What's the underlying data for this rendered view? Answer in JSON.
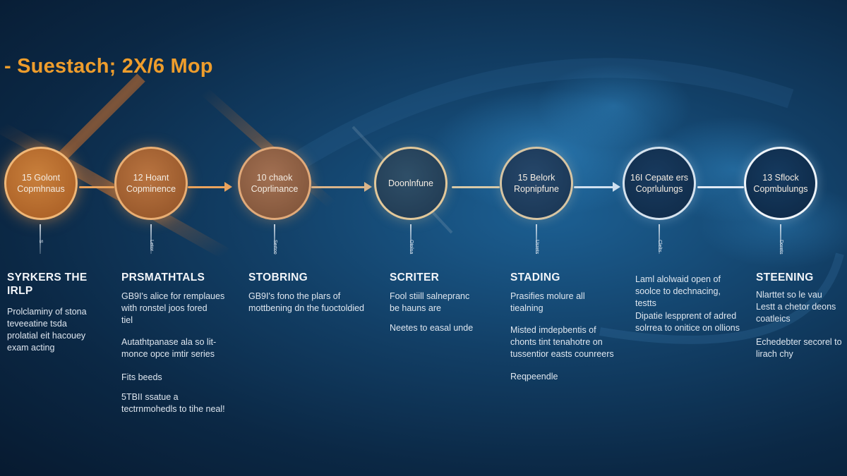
{
  "title": "- Suestach; 2X/6 Mop",
  "colors": {
    "title": "#ee9d2c",
    "warm_node": "#b86a2c",
    "cool_node": "#13395c",
    "connector_warm": "#e9a35d",
    "connector_cool": "#cfe0f0"
  },
  "stages": [
    {
      "node_label": "15 Golont\nCopmhnaus",
      "tick_label": "S",
      "heading": "SYRKERS THE\nIRLP",
      "texts": [
        "Prolclaminy of stona\nteveeatine tsda\nprolatial eit hacouey\nexam acting"
      ]
    },
    {
      "node_label": "12 Hoant\nCopminence",
      "tick_label": "Letor",
      "heading": "PRSMATHTALS",
      "texts": [
        "GB9I's alice for remplaues\nwith ronstel joos fored\ntiel",
        "Autathtpanase ala so lit-\nmonce opce imtir series",
        "Fits beeds",
        "5TBII ssatue a\ntectrnmohedls to tihe neal!"
      ]
    },
    {
      "node_label": "10 chaok\nCoprlinance",
      "tick_label": "Sertoo",
      "heading": "STOBRING",
      "texts": [
        "GB9I's fono the plars of\nmottbening dn the fuoctoldied"
      ]
    },
    {
      "node_label": "Doonlnfune",
      "tick_label": "Otolsa",
      "heading": "SCRITER",
      "texts": [
        "Fool stiill salnepranc\nbe hauns are",
        "Neetes to easal unde"
      ]
    },
    {
      "node_label": "15 Belork\nRopnipfune",
      "tick_label": "Usrets",
      "heading": "STADING",
      "texts": [
        "Prasifies molure all\ntiealning",
        "Misted imdepbentis of\nchonts tint tenahotre on\ntussentior easts counreers",
        "Reqpeendle"
      ]
    },
    {
      "node_label": "16I Cepate ers\nCoprlulungs",
      "tick_label": "Clelts",
      "heading": "",
      "texts": [
        "Laml alolwaid open of\nsoolce to dechnacing,\ntestts",
        "Dipatie lespprent of adred\nsolrrea to onitice on ollions"
      ]
    },
    {
      "node_label": "13 Sflock\nCopmbulungs",
      "tick_label": "Dorets",
      "heading": "STEENING",
      "texts": [
        "Nlarttet so le vau\nLestt a chetor deons\ncoatleics",
        "Echedebter secorel to\nlirach chy"
      ]
    }
  ]
}
